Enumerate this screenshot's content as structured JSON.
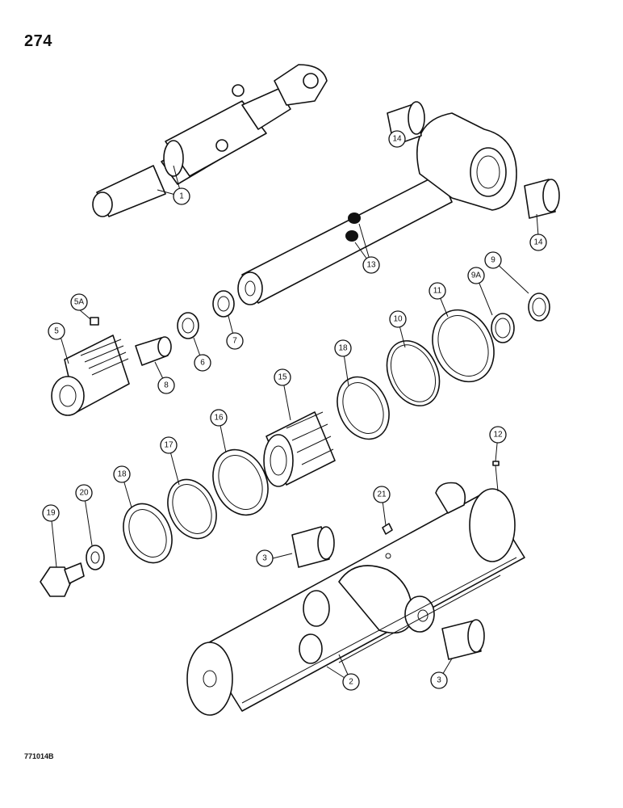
{
  "page": {
    "number": "274",
    "reference_code": "771014B"
  },
  "callouts": [
    "1",
    "2",
    "3",
    "3",
    "5",
    "5A",
    "6",
    "7",
    "8",
    "9",
    "9A",
    "10",
    "11",
    "12",
    "13",
    "14",
    "14",
    "15",
    "16",
    "17",
    "18",
    "18",
    "19",
    "20",
    "21"
  ]
}
